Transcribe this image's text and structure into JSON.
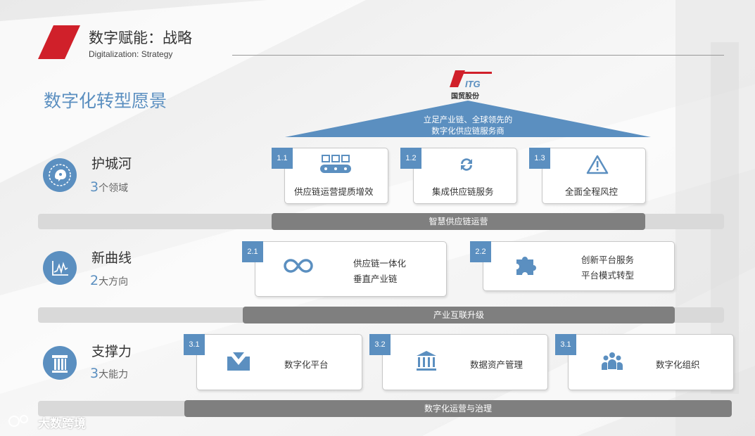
{
  "header": {
    "title": "数字赋能：战略",
    "subtitle": "Digitalization: Strategy",
    "accent_color": "#d0202a"
  },
  "section_title": "数字化转型愿景",
  "brand": {
    "logo_text": "ITG",
    "name": "国贸股份",
    "vision_line1": "立足产业链、全球领先的",
    "vision_line2": "数字化供应链服务商"
  },
  "rows": [
    {
      "icon": "brain-circuit-icon",
      "title": "护城河",
      "count": "3",
      "count_suffix": "个领域",
      "bar_label": "智慧供应链运营",
      "cards": [
        {
          "badge": "1.1",
          "icon": "conveyor-icon",
          "label": "供应链运营提质增效"
        },
        {
          "badge": "1.2",
          "icon": "refresh-icon",
          "label": "集成供应链服务"
        },
        {
          "badge": "1.3",
          "icon": "warning-icon",
          "label": "全面全程风控"
        }
      ]
    },
    {
      "icon": "line-chart-icon",
      "title": "新曲线",
      "count": "2",
      "count_suffix": "大方向",
      "bar_label": "产业互联升级",
      "cards": [
        {
          "badge": "2.1",
          "icon": "infinity-icon",
          "label_line1": "供应链一体化",
          "label_line2": "垂直产业链"
        },
        {
          "badge": "2.2",
          "icon": "puzzle-icon",
          "label_line1": "创新平台服务",
          "label_line2": "平台模式转型"
        }
      ]
    },
    {
      "icon": "pillar-icon",
      "title": "支撑力",
      "count": "3",
      "count_suffix": "大能力",
      "bar_label": "数字化运营与治理",
      "cards": [
        {
          "badge": "3.1",
          "icon": "inbox-tray-icon",
          "label": "数字化平台"
        },
        {
          "badge": "3.2",
          "icon": "bank-icon",
          "label": "数据资产管理"
        },
        {
          "badge": "3.1",
          "icon": "people-group-icon",
          "label": "数字化组织"
        }
      ]
    }
  ],
  "watermark": "大数跨境",
  "colors": {
    "primary_blue": "#5b8fc0",
    "dark_bar": "#7f7f7f",
    "light_bar": "#d9d9d9"
  }
}
